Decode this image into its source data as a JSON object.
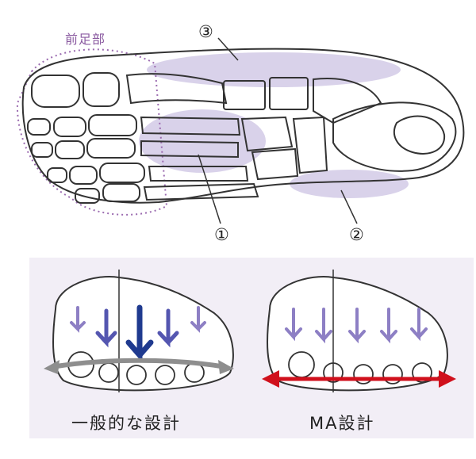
{
  "labels": {
    "forefoot": "前足部",
    "arch_3": "③",
    "arch_1": "①",
    "arch_2": "②",
    "caption_general": "一般的な設計",
    "caption_ma": "MA設計"
  },
  "colors": {
    "arch_shade": "#d9d2ea",
    "outline": "#333333",
    "forefoot_dots": "#9b6bb0",
    "panel_bg": "#f2eef6",
    "arrow_light": "#8d7fc4",
    "arrow_mid": "#5456b0",
    "arrow_dark": "#1f3a8f",
    "general_spread_arrow": "#8e8e8e",
    "ma_spread_arrow": "#d0101c"
  }
}
